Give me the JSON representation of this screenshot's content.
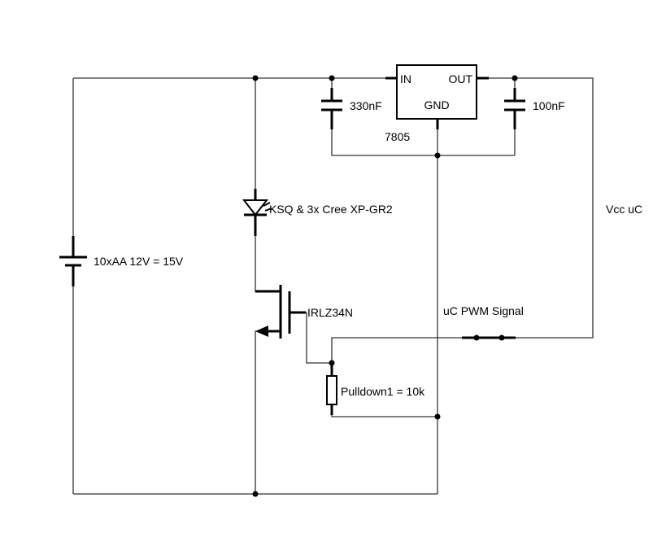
{
  "colors": {
    "wire": "#333333",
    "component": "#000000",
    "background": "#ffffff"
  },
  "regulator": {
    "name": "7805",
    "pin_in": "IN",
    "pin_out": "OUT",
    "pin_gnd": "GND"
  },
  "capacitors": {
    "input": "330nF",
    "output": "100nF"
  },
  "battery": {
    "label": "10xAA 12V = 15V"
  },
  "led": {
    "label": "KSQ & 3x Cree XP-GR2"
  },
  "mosfet": {
    "label": "IRLZ34N"
  },
  "resistor": {
    "label": "Pulldown1 = 10k"
  },
  "signals": {
    "vcc": "Vcc uC",
    "pwm": "uC PWM Signal"
  }
}
